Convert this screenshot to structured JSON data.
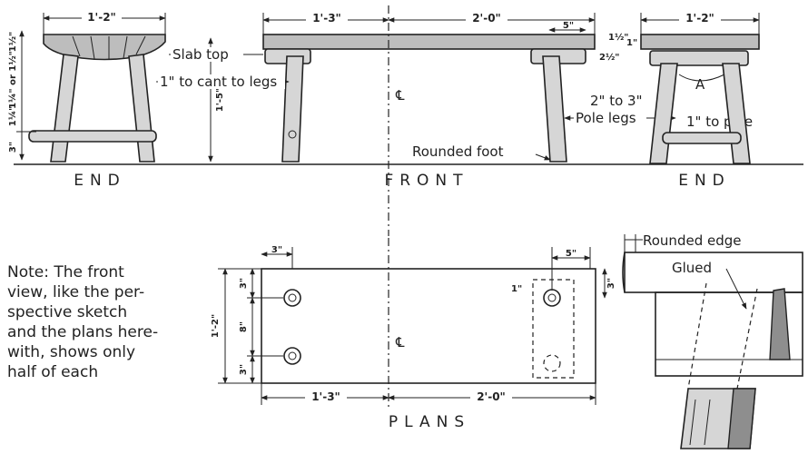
{
  "views": {
    "end_left": "END",
    "front": "FRONT",
    "end_right": "END",
    "plans": "PLANS"
  },
  "callouts": {
    "slab_top": "Slab top",
    "cant": "1\" to cant to legs",
    "centerline": "℄",
    "rounded_foot": "Rounded foot",
    "pole_size": "2\" to 3\"",
    "pole_legs": "Pole legs",
    "pole_rail": "1\" to pole",
    "angle": "A",
    "rounded_edge": "Rounded edge",
    "glued": "Glued"
  },
  "dimensions": {
    "end_width": "1'-2\"",
    "front_left": "1'-3\"",
    "front_right": "2'-0\"",
    "front_end_offset": "5\"",
    "slab_thickness": "1½\"",
    "end_right_width": "1'-2\"",
    "end_right_thickness": "1\"",
    "end_rail_thickness": "1\"",
    "front_height": "1'-5\"",
    "leg_top": "1½\"",
    "leg_splay": "1¼\" or 1½\"",
    "rail_height": "1¼\"",
    "rail_gap": "3\"",
    "cleat_height": "2½\"",
    "plan_width": "1'-2\"",
    "plan_top": "3\"",
    "plan_center": "8\"",
    "plan_bottom": "3\"",
    "plan_edge_left": "3\"",
    "plan_left": "1'-3\"",
    "plan_right": "2'-0\"",
    "plan_cleat": "5\"",
    "plan_cleat_side": "3\"",
    "plan_inset": "1\""
  },
  "note": {
    "lines": [
      "Note: The front",
      "view, like the per-",
      "spective sketch",
      "and the plans here-",
      "with, shows only",
      "half of each"
    ]
  }
}
